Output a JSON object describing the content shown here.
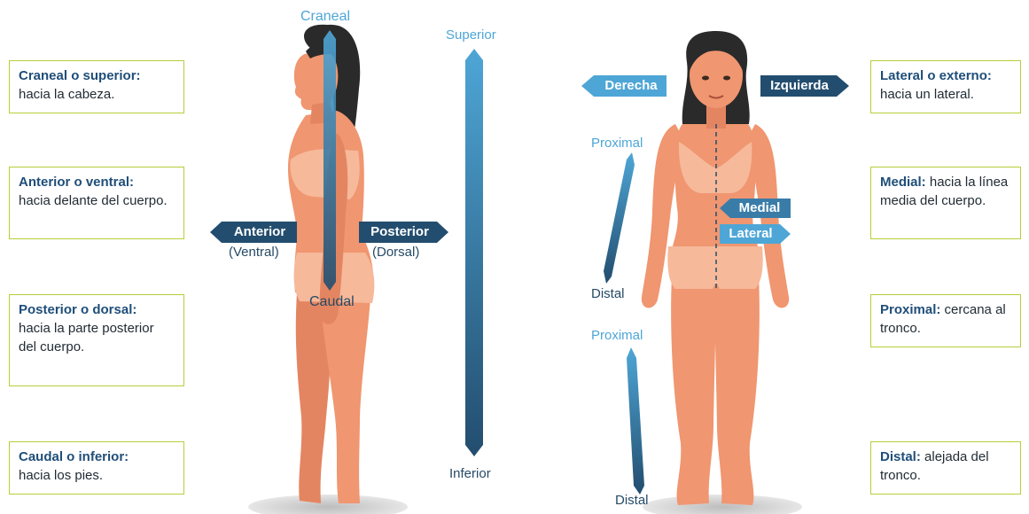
{
  "definitions": {
    "craneal": {
      "term": "Craneal o superior:",
      "desc": "hacia la cabeza."
    },
    "anterior": {
      "term": "Anterior o ventral:",
      "desc": "hacia delante del cuerpo."
    },
    "posterior": {
      "term": "Posterior o dorsal:",
      "desc": "hacia la parte posterior del cuerpo."
    },
    "caudal": {
      "term": "Caudal o inferior:",
      "desc": "hacia los pies."
    },
    "lateral": {
      "term": "Lateral o externo:",
      "desc": "hacia un lateral."
    },
    "medial": {
      "term": "Medial:",
      "desc": "hacia la línea media del cuerpo."
    },
    "proximal": {
      "term": "Proximal:",
      "desc": "cercana al tronco."
    },
    "distal": {
      "term": "Distal:",
      "desc": "alejada del tronco."
    }
  },
  "side_figure": {
    "top_label": "Craneal",
    "bottom_label": "Caudal",
    "anterior_tag": "Anterior",
    "anterior_sub": "(Ventral)",
    "posterior_tag": "Posterior",
    "posterior_sub": "(Dorsal)"
  },
  "vertical_axis": {
    "top": "Superior",
    "bottom": "Inferior"
  },
  "front_figure": {
    "right_tag": "Derecha",
    "left_tag": "Izquierda",
    "medial_tag": "Medial",
    "lateral_tag": "Lateral",
    "arm_proximal": "Proximal",
    "arm_distal": "Distal",
    "leg_proximal": "Proximal",
    "leg_distal": "Distal"
  },
  "colors": {
    "skin": "#f09670",
    "skin_dark": "#d9785a",
    "clothing": "#f6b99a",
    "hair": "#2a2a2a",
    "arrow_dark": "#234d6e",
    "arrow_light": "#4ea6d6",
    "box_border": "#b5cf3a",
    "term": "#1f4e79"
  }
}
